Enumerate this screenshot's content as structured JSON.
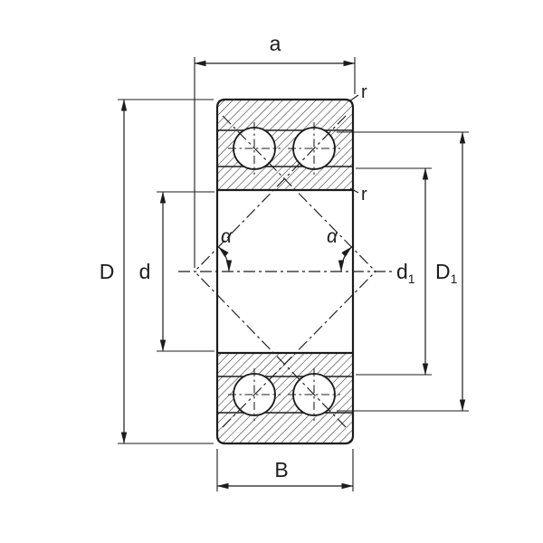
{
  "colors": {
    "line": "#1c1c1c",
    "background": "#ffffff"
  },
  "labels": {
    "distance_a": "a",
    "radius_outer": "r",
    "radius_inner": "r",
    "angle_left": "α",
    "angle_right": "α",
    "outer_diameter": "D",
    "bore_diameter": "d",
    "shoulder_d1_base": "d",
    "shoulder_d1_sub": "1",
    "shoulder_D1_base": "D",
    "shoulder_D1_sub": "1",
    "width_B": "B"
  }
}
